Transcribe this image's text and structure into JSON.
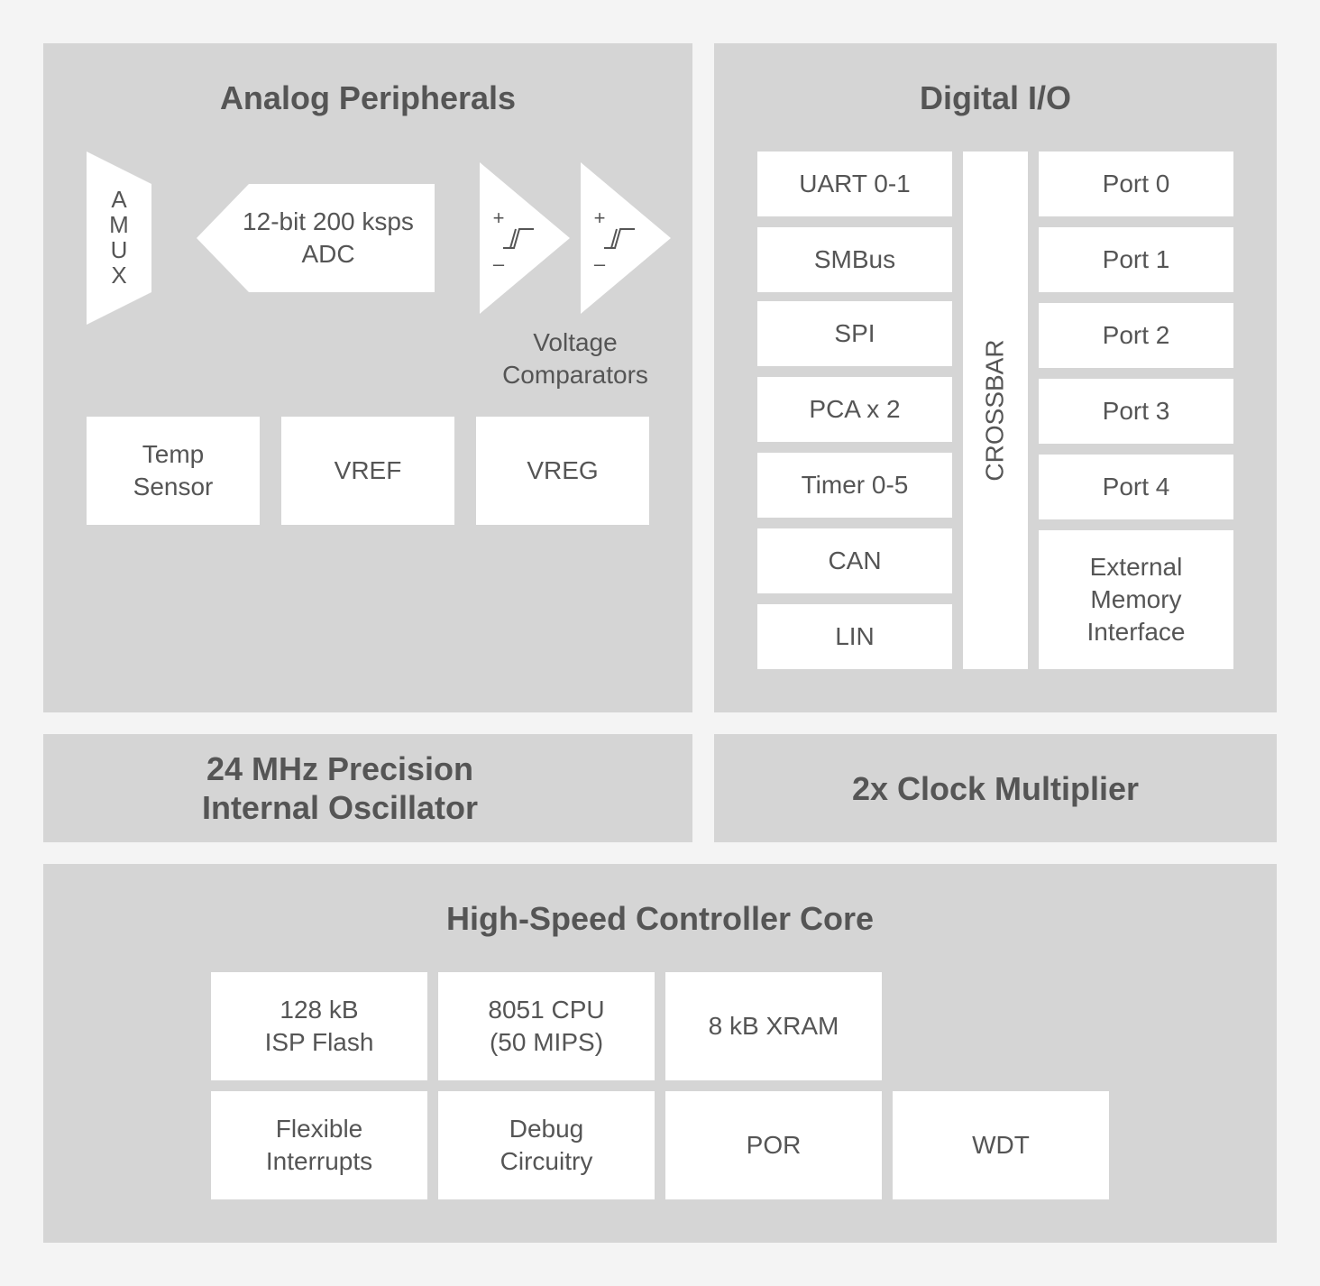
{
  "analog": {
    "title": "Analog Peripherals",
    "amux_letters": [
      "A",
      "M",
      "U",
      "X"
    ],
    "adc": {
      "line1": "12-bit 200 ksps",
      "line2": "ADC"
    },
    "comparator_plus": "+",
    "comparator_minus": "–",
    "comparators_label": "Voltage\nComparators",
    "blocks": [
      "Temp\nSensor",
      "VREF",
      "VREG"
    ]
  },
  "digital": {
    "title": "Digital I/O",
    "peripherals": [
      "UART 0-1",
      "SMBus",
      "SPI",
      "PCA x 2",
      "Timer 0-5",
      "CAN",
      "LIN"
    ],
    "crossbar": "CROSSBAR",
    "ports": [
      "Port 0",
      "Port 1",
      "Port 2",
      "Port 3",
      "Port 4"
    ],
    "emi": "External\nMemory\nInterface"
  },
  "oscillator": {
    "title": "24 MHz Precision\nInternal Oscillator"
  },
  "clock": {
    "title": "2x Clock Multiplier"
  },
  "core": {
    "title": "High-Speed Controller Core",
    "row1": [
      "128 kB\nISP Flash",
      "8051 CPU\n(50 MIPS)",
      "8 kB XRAM"
    ],
    "row2": [
      "Flexible\nInterrupts",
      "Debug\nCircuitry",
      "POR",
      "WDT"
    ]
  },
  "colors": {
    "background": "#f4f4f4",
    "panel": "#d5d5d5",
    "block": "#ffffff",
    "text": "#555555"
  }
}
